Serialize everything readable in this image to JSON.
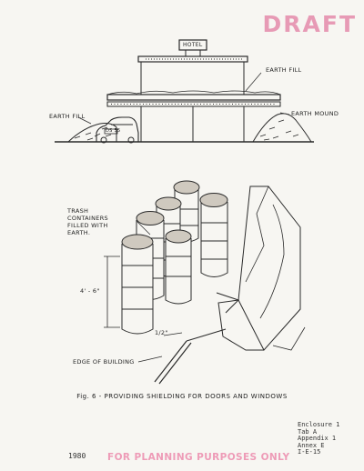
{
  "draft_stamp": "DRAFT",
  "figure_top": {
    "hotel_sign": "HOTEL",
    "label_earth_fill_roof": "EARTH FILL",
    "label_earth_fill_left": "EARTH FILL",
    "label_earth_mound": "EARTH MOUND",
    "car_plate": "DS 55"
  },
  "figure_bottom": {
    "label_trash": "TRASH CONTAINERS FILLED WITH EARTH.",
    "label_height": "4' - 6\"",
    "label_gap": "1/2\"",
    "label_edge": "EDGE OF BUILDING"
  },
  "caption": "Fig. 6 - PROVIDING SHIELDING FOR DOORS AND WINDOWS",
  "enclosure": [
    "Enclosure 1",
    "Tab A",
    "Appendix 1",
    "Annex E",
    "I-E-15"
  ],
  "year": "1980",
  "planning_stamp": "FOR PLANNING PURPOSES ONLY",
  "colors": {
    "stamp_pink": "#ee9bb7",
    "ink": "#2a2a2a",
    "paper": "#f7f6f2"
  }
}
